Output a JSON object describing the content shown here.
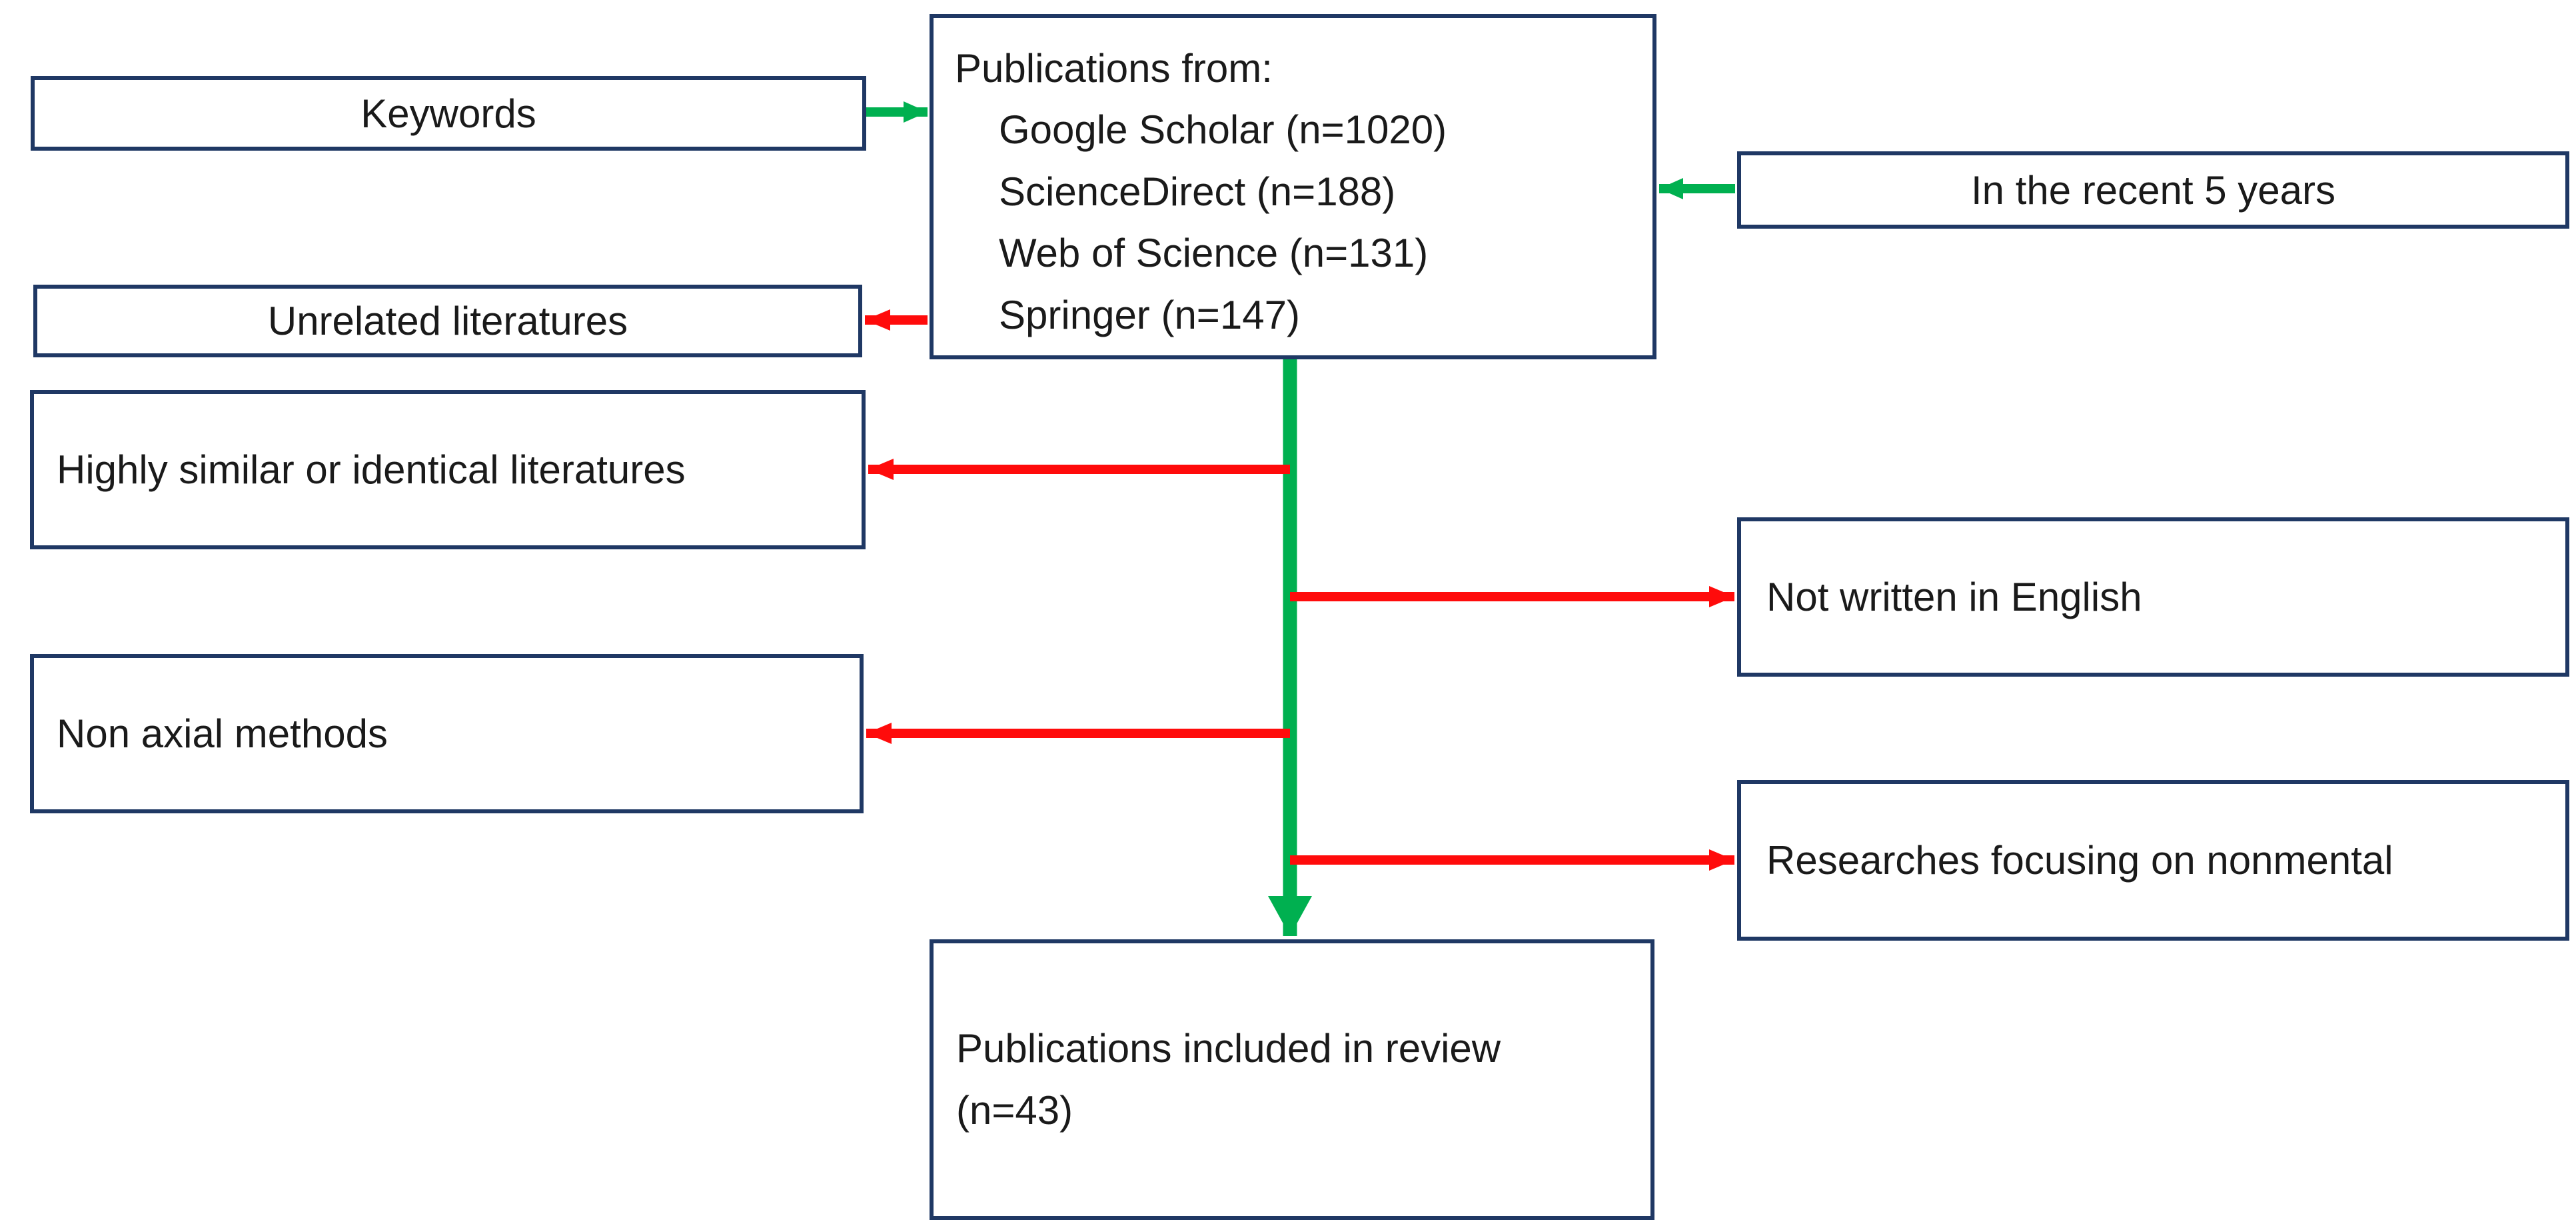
{
  "colors": {
    "border": "#1F3864",
    "green": "#00B050",
    "red": "#FF0B0B",
    "text": "#1A1A1A",
    "background": "#FFFFFF"
  },
  "boxes": {
    "keywords": {
      "label": "Keywords"
    },
    "sources": {
      "title": "Publications from:",
      "items": [
        "Google Scholar (n=1020)",
        "ScienceDirect (n=188)",
        "Web of Science (n=131)",
        "Springer (n=147)"
      ]
    },
    "recent": {
      "label": "In the recent 5 years"
    },
    "unrelated": {
      "label": "Unrelated literatures"
    },
    "similar": {
      "label": "Highly similar or identical literatures"
    },
    "not_english": {
      "label": "Not written in English"
    },
    "non_axial": {
      "label": "Non axial methods"
    },
    "nonmental": {
      "label": "Researches focusing on nonmental"
    },
    "included": {
      "line1": "Publications included in review",
      "line2": "(n=43)"
    }
  }
}
